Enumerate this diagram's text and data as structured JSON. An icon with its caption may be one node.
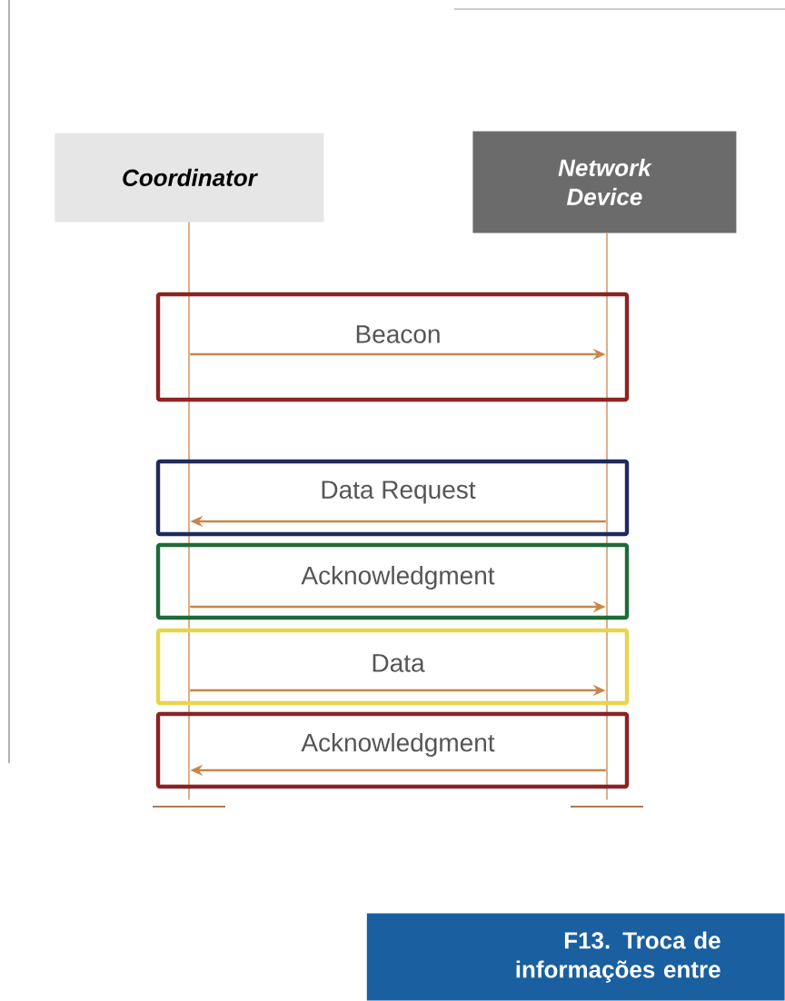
{
  "diagram": {
    "caption": "F13. Troca de informações entre",
    "nodes": [
      {
        "text": [
          "Coordinator"
        ]
      },
      {
        "text": [
          "Network Device"
        ]
      },
      {
        "text": [],
        "shape": "bar"
      },
      {
        "text": [],
        "shape": "bar"
      }
    ],
    "edges": [
      {
        "from": 2,
        "to": 3,
        "arrow": "to",
        "label": "Beacon"
      },
      {
        "from": 3,
        "to": 2,
        "arrow": "to",
        "label": "Data Request"
      },
      {
        "from": 2,
        "to": 3,
        "arrow": "to",
        "label": "Acknowledgment"
      },
      {
        "from": 2,
        "to": 3,
        "arrow": "to",
        "label": "Data"
      },
      {
        "from": 3,
        "to": 2,
        "arrow": "to",
        "label": "Acknowledgment"
      }
    ]
  }
}
